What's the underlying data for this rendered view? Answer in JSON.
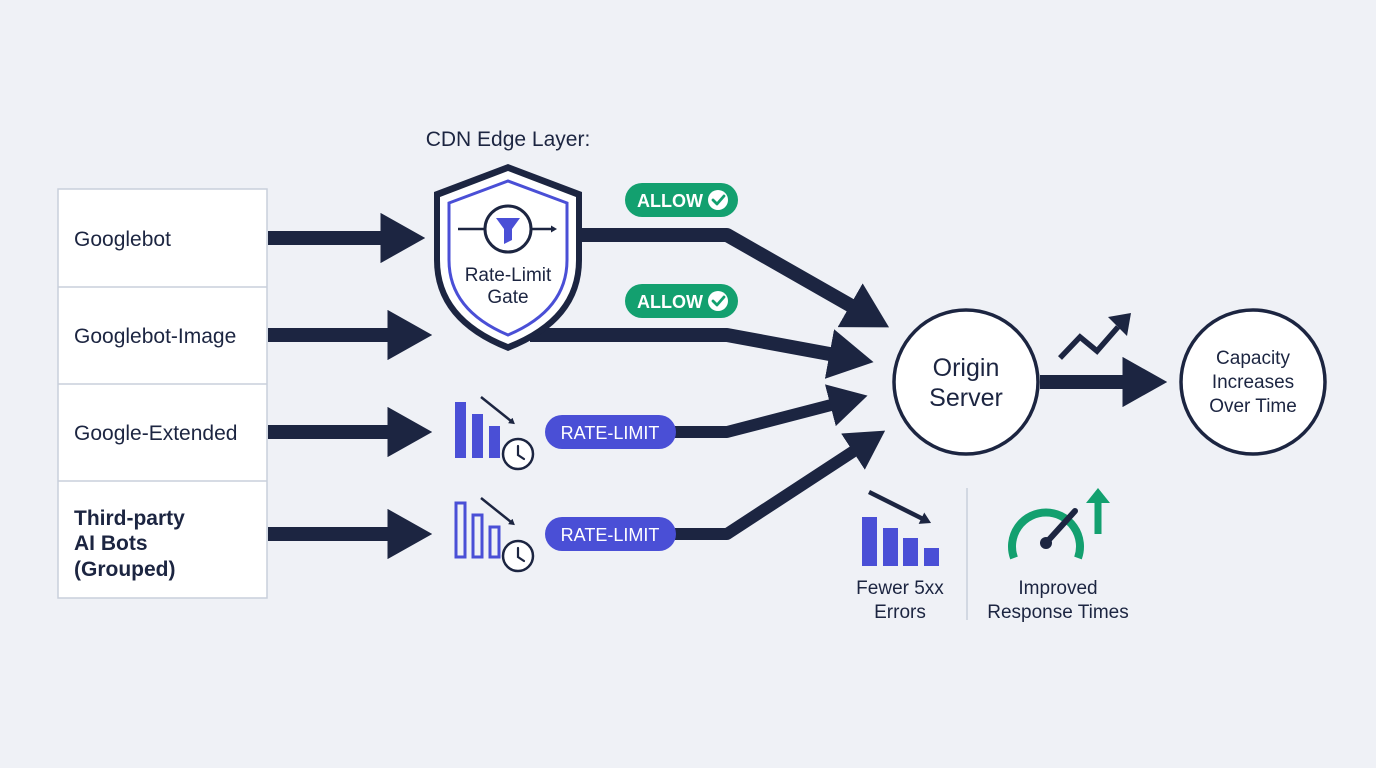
{
  "edge_layer": {
    "title": "CDN Edge Layer:",
    "gate_line1": "Rate-Limit",
    "gate_line2": "Gate"
  },
  "crawlers": [
    {
      "label_lines": [
        "Googlebot"
      ],
      "bold": false
    },
    {
      "label_lines": [
        "Googlebot-Image"
      ],
      "bold": false
    },
    {
      "label_lines": [
        "Google-Extended"
      ],
      "bold": false
    },
    {
      "label_lines": [
        "Third-party",
        "AI Bots",
        "(Grouped)"
      ],
      "bold": true
    }
  ],
  "actions": {
    "allow_label": "ALLOW",
    "rate_limit_label": "RATE-LIMIT"
  },
  "origin": {
    "line1": "Origin",
    "line2": "Server"
  },
  "capacity": {
    "line1": "Capacity",
    "line2": "Increases",
    "line3": "Over Time"
  },
  "benefits": {
    "errors_line1": "Fewer 5xx",
    "errors_line2": "Errors",
    "response_line1": "Improved",
    "response_line2": "Response Times"
  },
  "colors": {
    "navy": "#1c2541",
    "allow_green": "#13a06f",
    "rate_limit_purple": "#4a4fd6",
    "box_border": "#c9cfdb",
    "background": "#eff1f6"
  }
}
